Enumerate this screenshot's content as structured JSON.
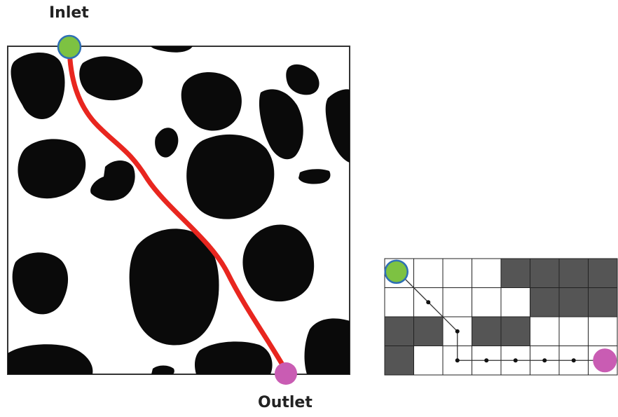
{
  "labels": {
    "inlet": "Inlet",
    "outlet": "Outlet"
  },
  "colors": {
    "grain": "#0a0a0a",
    "flow_path": "#e8261f",
    "inlet_fill": "#7dc242",
    "inlet_stroke": "#2e6fb5",
    "outlet_fill": "#c95cb3",
    "grid_solid": "#555555",
    "grid_pore": "#ffffff",
    "grid_line": "#222222"
  },
  "grid": {
    "rows": 4,
    "cols": 8,
    "solid_cells": [
      [
        0,
        4
      ],
      [
        0,
        5
      ],
      [
        0,
        6
      ],
      [
        0,
        7
      ],
      [
        1,
        5
      ],
      [
        1,
        6
      ],
      [
        1,
        7
      ],
      [
        2,
        0
      ],
      [
        2,
        1
      ],
      [
        2,
        3
      ],
      [
        2,
        4
      ],
      [
        3,
        0
      ]
    ],
    "path_cells": [
      [
        0,
        0
      ],
      [
        1,
        1
      ],
      [
        2,
        2
      ],
      [
        3,
        2
      ],
      [
        3,
        3
      ],
      [
        3,
        4
      ],
      [
        3,
        5
      ],
      [
        3,
        6
      ],
      [
        3,
        7
      ]
    ]
  }
}
